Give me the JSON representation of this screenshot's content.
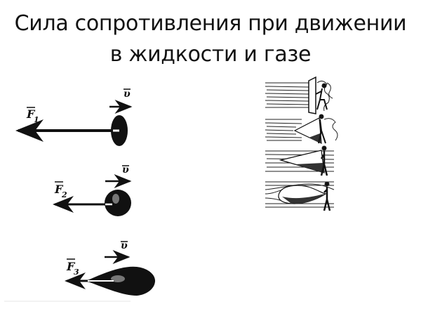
{
  "slide": {
    "title_line1": "Сила сопротивления при движении",
    "title_line2": "в жидкости и газе"
  },
  "left_figure": {
    "items": [
      {
        "force_label": "F",
        "force_index": "1",
        "velocity_label": "υ",
        "body_shape": "flat-disc"
      },
      {
        "force_label": "F",
        "force_index": "2",
        "velocity_label": "υ",
        "body_shape": "sphere"
      },
      {
        "force_label": "F",
        "force_index": "3",
        "velocity_label": "υ",
        "body_shape": "teardrop"
      }
    ]
  },
  "right_figure": {
    "panels": [
      {
        "shape": "flat-plate",
        "flow": "turbulent"
      },
      {
        "shape": "cone-forward",
        "flow": "turbulent"
      },
      {
        "shape": "cone-backward",
        "flow": "partly-smooth"
      },
      {
        "shape": "streamlined-teardrop",
        "flow": "smooth"
      }
    ]
  }
}
